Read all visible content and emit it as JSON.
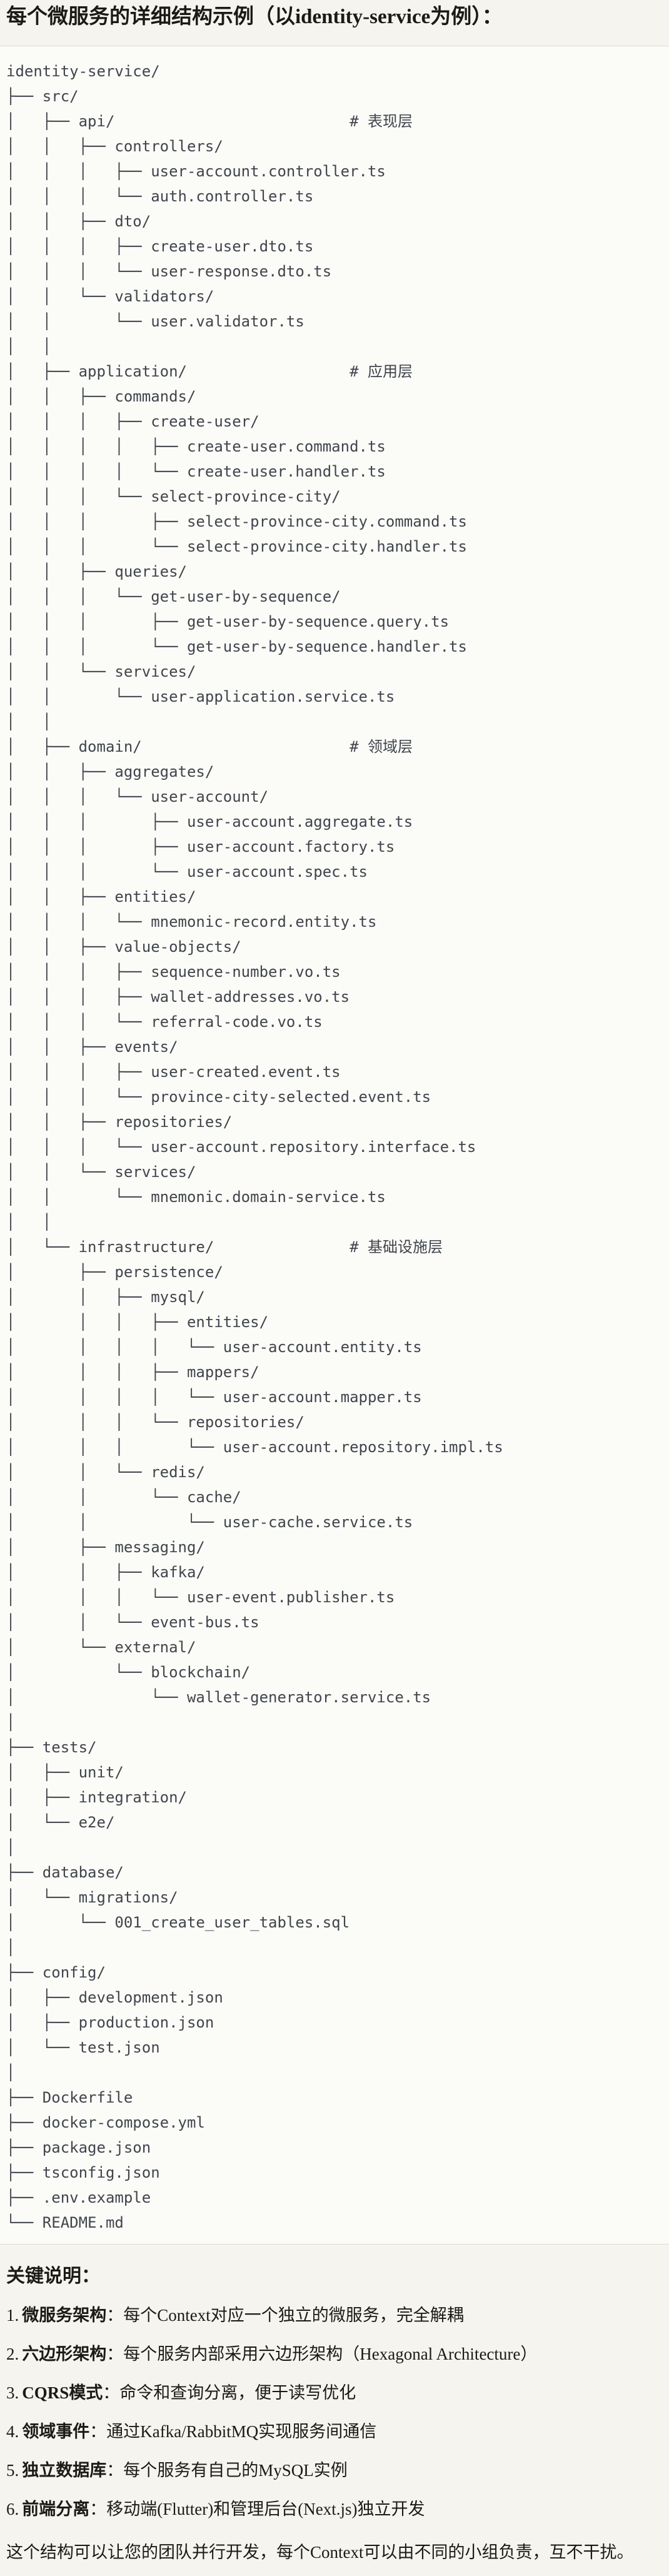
{
  "header": {
    "title": "每个微服务的详细结构示例（以identity-service为例）："
  },
  "tree": {
    "lines": [
      "identity-service/",
      "├── src/",
      "│   ├── api/                          # 表现层",
      "│   │   ├── controllers/",
      "│   │   │   ├── user-account.controller.ts",
      "│   │   │   └── auth.controller.ts",
      "│   │   ├── dto/",
      "│   │   │   ├── create-user.dto.ts",
      "│   │   │   └── user-response.dto.ts",
      "│   │   └── validators/",
      "│   │       └── user.validator.ts",
      "│   │",
      "│   ├── application/                  # 应用层",
      "│   │   ├── commands/",
      "│   │   │   ├── create-user/",
      "│   │   │   │   ├── create-user.command.ts",
      "│   │   │   │   └── create-user.handler.ts",
      "│   │   │   └── select-province-city/",
      "│   │   │       ├── select-province-city.command.ts",
      "│   │   │       └── select-province-city.handler.ts",
      "│   │   ├── queries/",
      "│   │   │   └── get-user-by-sequence/",
      "│   │   │       ├── get-user-by-sequence.query.ts",
      "│   │   │       └── get-user-by-sequence.handler.ts",
      "│   │   └── services/",
      "│   │       └── user-application.service.ts",
      "│   │",
      "│   ├── domain/                       # 领域层",
      "│   │   ├── aggregates/",
      "│   │   │   └── user-account/",
      "│   │   │       ├── user-account.aggregate.ts",
      "│   │   │       ├── user-account.factory.ts",
      "│   │   │       └── user-account.spec.ts",
      "│   │   ├── entities/",
      "│   │   │   └── mnemonic-record.entity.ts",
      "│   │   ├── value-objects/",
      "│   │   │   ├── sequence-number.vo.ts",
      "│   │   │   ├── wallet-addresses.vo.ts",
      "│   │   │   └── referral-code.vo.ts",
      "│   │   ├── events/",
      "│   │   │   ├── user-created.event.ts",
      "│   │   │   └── province-city-selected.event.ts",
      "│   │   ├── repositories/",
      "│   │   │   └── user-account.repository.interface.ts",
      "│   │   └── services/",
      "│   │       └── mnemonic.domain-service.ts",
      "│   │",
      "│   └── infrastructure/               # 基础设施层",
      "│       ├── persistence/",
      "│       │   ├── mysql/",
      "│       │   │   ├── entities/",
      "│       │   │   │   └── user-account.entity.ts",
      "│       │   │   ├── mappers/",
      "│       │   │   │   └── user-account.mapper.ts",
      "│       │   │   └── repositories/",
      "│       │   │       └── user-account.repository.impl.ts",
      "│       │   └── redis/",
      "│       │       └── cache/",
      "│       │           └── user-cache.service.ts",
      "│       ├── messaging/",
      "│       │   ├── kafka/",
      "│       │   │   └── user-event.publisher.ts",
      "│       │   └── event-bus.ts",
      "│       └── external/",
      "│           └── blockchain/",
      "│               └── wallet-generator.service.ts",
      "│",
      "├── tests/",
      "│   ├── unit/",
      "│   ├── integration/",
      "│   └── e2e/",
      "│",
      "├── database/",
      "│   └── migrations/",
      "│       └── 001_create_user_tables.sql",
      "│",
      "├── config/",
      "│   ├── development.json",
      "│   ├── production.json",
      "│   └── test.json",
      "│",
      "├── Dockerfile",
      "├── docker-compose.yml",
      "├── package.json",
      "├── tsconfig.json",
      "├── .env.example",
      "└── README.md"
    ]
  },
  "notes": {
    "title": "关键说明：",
    "items": [
      {
        "num": "1.",
        "label": "微服务架构",
        "text": "：每个Context对应一个独立的微服务，完全解耦"
      },
      {
        "num": "2.",
        "label": "六边形架构",
        "text": "：每个服务内部采用六边形架构（Hexagonal Architecture）"
      },
      {
        "num": "3.",
        "label": "CQRS模式",
        "text": "：命令和查询分离，便于读写优化"
      },
      {
        "num": "4.",
        "label": "领域事件",
        "text": "：通过Kafka/RabbitMQ实现服务间通信"
      },
      {
        "num": "5.",
        "label": "独立数据库",
        "text": "：每个服务有自己的MySQL实例"
      },
      {
        "num": "6.",
        "label": "前端分离",
        "text": "：移动端(Flutter)和管理后台(Next.js)独立开发"
      }
    ]
  },
  "footer_note": "这个结构可以让您的团队并行开发，每个Context可以由不同的小组负责，互不干扰。"
}
